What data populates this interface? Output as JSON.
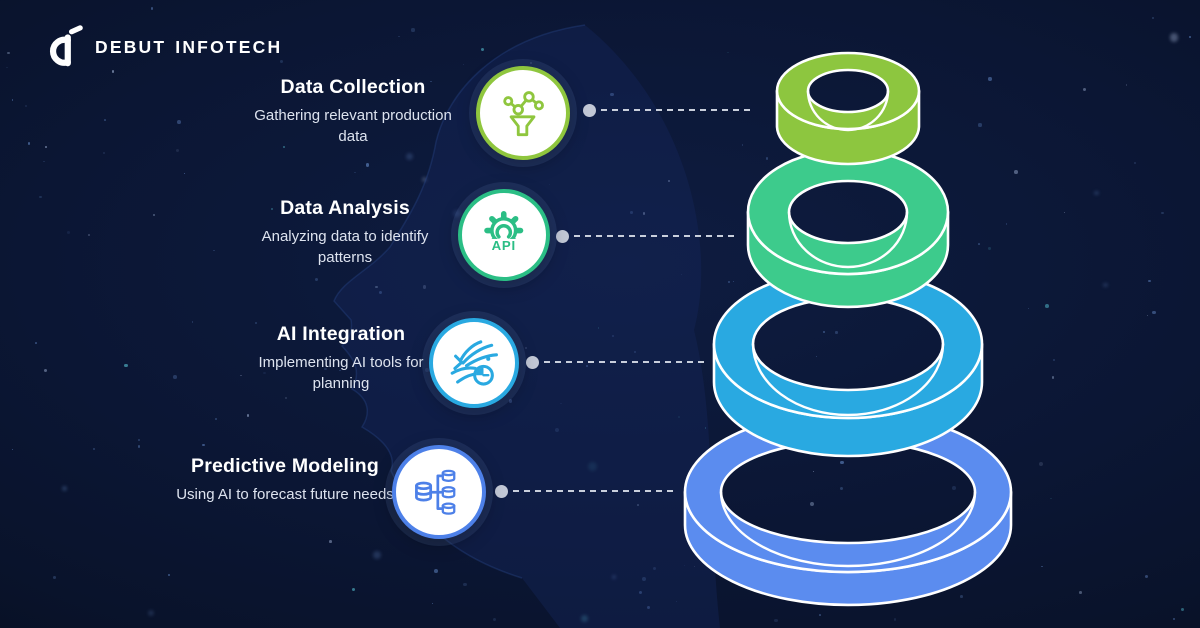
{
  "brand": {
    "word1": "DEBUT",
    "word2": "INFOTECH"
  },
  "colors": {
    "background": "#0B1634",
    "connector": "#C9CFDC",
    "ring_outline": "#FFFFFF",
    "title_text": "#FFFFFF",
    "description_text": "#DDE3EF"
  },
  "steps": [
    {
      "title": "Data Collection",
      "description": "Gathering relevant production data",
      "icon": "network-funnel-icon",
      "accent": "#8FC63E",
      "ring_color": "#8DC63F"
    },
    {
      "title": "Data Analysis",
      "description": "Analyzing data to identify patterns",
      "icon": "gear-api-icon",
      "icon_text": "API",
      "accent": "#2BBE85",
      "ring_color": "#3DCB8C"
    },
    {
      "title": "AI Integration",
      "description": "Implementing AI tools for planning",
      "icon": "ai-flow-clock-icon",
      "accent": "#29A9E1",
      "ring_color": "#29A9E1"
    },
    {
      "title": "Predictive Modeling",
      "description": "Using AI to forecast future needs",
      "icon": "database-flow-icon",
      "accent": "#4D80E8",
      "ring_color": "#5B8CEF"
    }
  ]
}
